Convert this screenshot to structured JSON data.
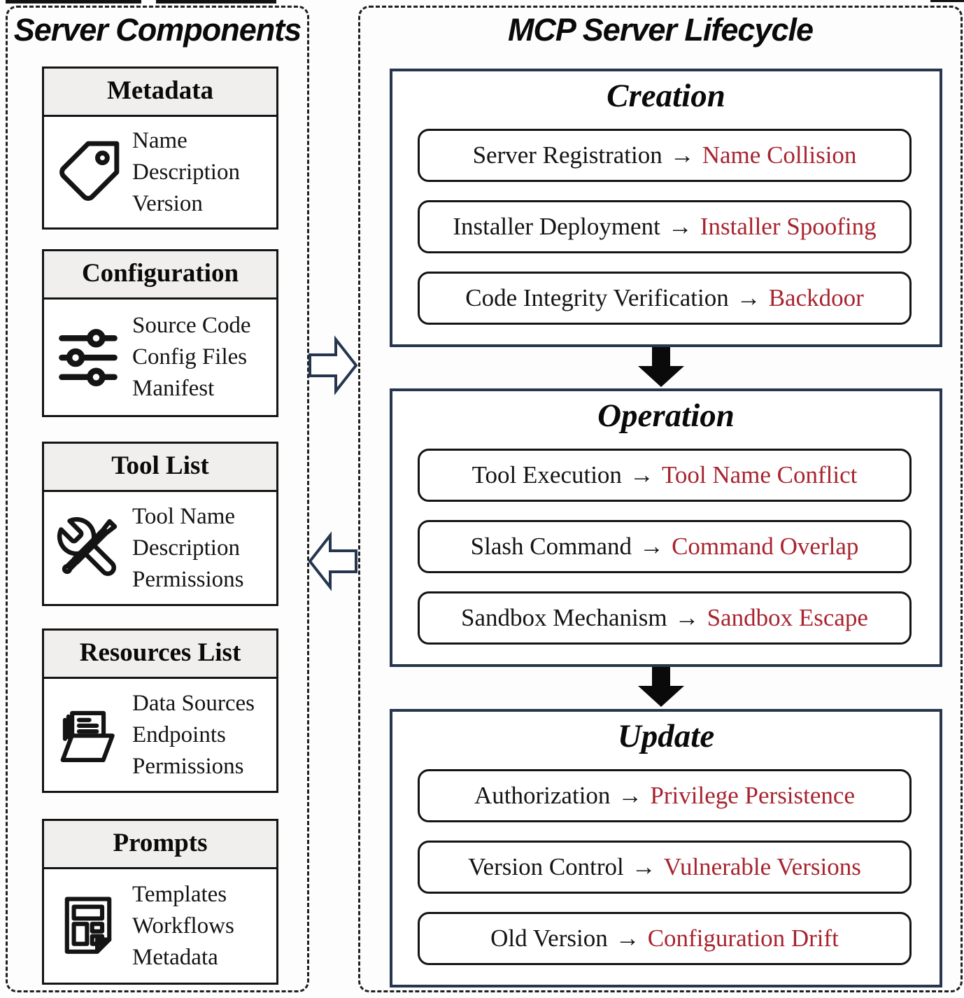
{
  "colors": {
    "risk_text": "#a8242f",
    "stage_border": "#26364f",
    "component_border": "#141414",
    "header_background": "#f0efed",
    "gap_arrow_outline": "#26364f",
    "solid_arrow": "#0a0a0a"
  },
  "left_panel": {
    "title": "Server Components",
    "components": [
      {
        "header": "Metadata",
        "icon": "tag-icon",
        "lines": [
          "Name",
          "Description",
          "Version"
        ]
      },
      {
        "header": "Configuration",
        "icon": "sliders-icon",
        "lines": [
          "Source Code",
          "Config Files",
          "Manifest"
        ]
      },
      {
        "header": "Tool List",
        "icon": "tools-icon",
        "lines": [
          "Tool Name",
          "Description",
          "Permissions"
        ]
      },
      {
        "header": "Resources List",
        "icon": "folder-files-icon",
        "lines": [
          "Data Sources",
          "Endpoints",
          "Permissions"
        ]
      },
      {
        "header": "Prompts",
        "icon": "template-page-icon",
        "lines": [
          "Templates",
          "Workflows",
          "Metadata"
        ]
      }
    ]
  },
  "right_panel": {
    "title": "MCP Server Lifecycle",
    "arrow_char": "→",
    "stages": [
      {
        "name": "Creation",
        "items": [
          {
            "step": "Server Registration",
            "risk": "Name Collision"
          },
          {
            "step": "Installer Deployment",
            "risk": "Installer Spoofing"
          },
          {
            "step": "Code Integrity Verification",
            "risk": "Backdoor"
          }
        ]
      },
      {
        "name": "Operation",
        "items": [
          {
            "step": "Tool Execution",
            "risk": "Tool Name Conflict"
          },
          {
            "step": "Slash Command",
            "risk": "Command Overlap"
          },
          {
            "step": "Sandbox Mechanism",
            "risk": "Sandbox Escape"
          }
        ]
      },
      {
        "name": "Update",
        "items": [
          {
            "step": "Authorization",
            "risk": "Privilege Persistence"
          },
          {
            "step": "Version Control",
            "risk": "Vulnerable Versions"
          },
          {
            "step": "Old Version",
            "risk": "Configuration Drift"
          }
        ]
      }
    ]
  }
}
